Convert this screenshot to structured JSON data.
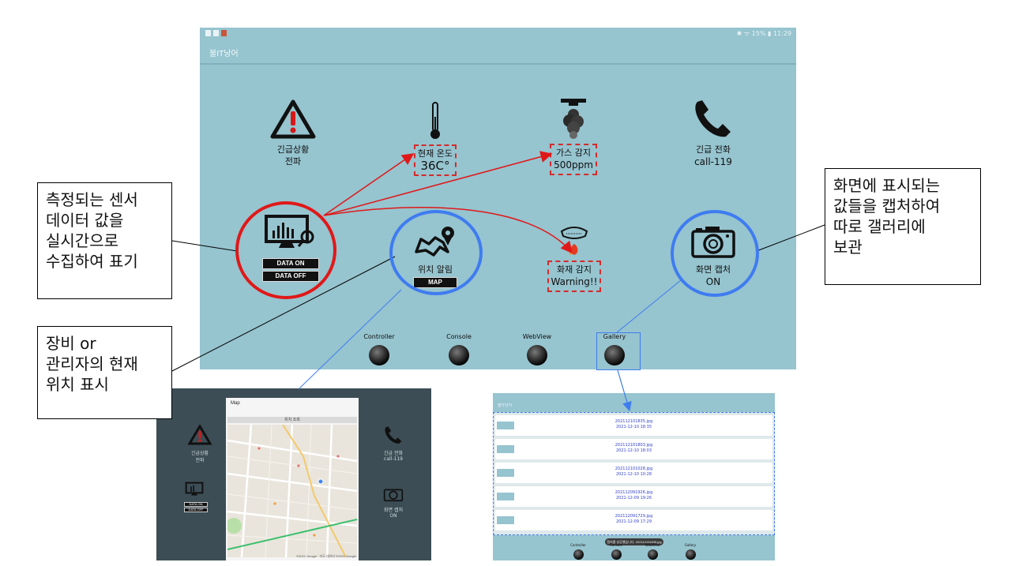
{
  "tablet": {
    "app_title": "불IT낭어",
    "status_right": "✱ ᯤ 15% ▮ 11:29",
    "tiles": {
      "emergency": {
        "line1": "긴급상황",
        "line2": "전파"
      },
      "temperature": {
        "label": "현재 온도",
        "value": "36C°"
      },
      "gas": {
        "label": "가스 감지",
        "value": "500ppm"
      },
      "call": {
        "label": "긴급 전화",
        "value": "call-119"
      },
      "data": {
        "on_label": "DATA ON",
        "off_label": "DATA OFF"
      },
      "location": {
        "label": "위치 알림",
        "button": "MAP"
      },
      "fire": {
        "label": "화재 감지",
        "value": "Warning!!"
      },
      "capture": {
        "label": "화면 캡처",
        "value": "ON"
      }
    },
    "nav": [
      "Controller",
      "Console",
      "WebView",
      "Gallery"
    ]
  },
  "annotations": {
    "sensor_note": "측정되는 센서\n데이터 값을\n실시간으로\n수집하여 표기",
    "location_note": "장비 or\n관리자의 현재\n위치 표시",
    "capture_note": "화면에 표시되는\n값들을 캡처하여\n따로 갤러리에\n보관"
  },
  "map_screenshot": {
    "dialog_title": "Map",
    "bar_text": "위치 조회",
    "left_labels": {
      "emergency": "긴급상황\n전파",
      "data_on": "DATA ON",
      "data_off": "DATA OFF"
    },
    "right_labels": {
      "call": "긴급 전화\ncall-119",
      "capture": "화면 캡처\nON"
    },
    "footer": "©2021 Google · 지도 데이터 ©2021 Google"
  },
  "gallery_screenshot": {
    "title": "불IT낭어",
    "items": [
      {
        "file": "202112101835.jpg",
        "date": "2021-12-10 18:35"
      },
      {
        "file": "202112101803.jpg",
        "date": "2021-12-10 18:03"
      },
      {
        "file": "202112101028.jpg",
        "date": "2021-12-10 10:28"
      },
      {
        "file": "202112091926.jpg",
        "date": "2021-12-09 19:26"
      },
      {
        "file": "202112091729.jpg",
        "date": "2021-12-09 17:29"
      }
    ],
    "toast": "캡처를 성공했습니다. 202112101835.jpg",
    "nav": [
      "Controller",
      "Console",
      "WebView",
      "Gallery"
    ]
  },
  "colors": {
    "screen_bg": "#96c4cf",
    "annotation_red": "#e01818",
    "annotation_blue": "#3f7cf0",
    "dark_screen_bg": "#3c4d55"
  }
}
